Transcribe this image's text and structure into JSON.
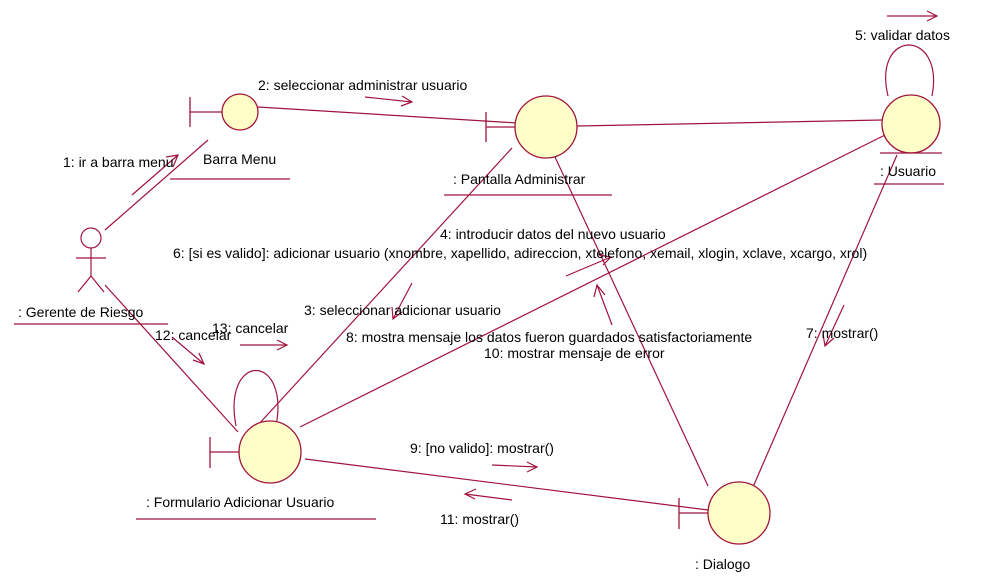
{
  "colors": {
    "line": "#a0143c",
    "object_fill": "#fffec8"
  },
  "objects": {
    "actor": ": Gerente de Riesgo",
    "barra_menu": "Barra Menu",
    "pantalla": ": Pantalla Administrar",
    "usuario": ": Usuario",
    "formulario": ": Formulario Adicionar Usuario",
    "dialogo": ": Dialogo"
  },
  "messages": {
    "m1": "1: ir a barra menu",
    "m2": "2: seleccionar administrar usuario",
    "m3": "3: seleccionar adicionar usuario",
    "m4": "4: introducir datos del nuevo usuario",
    "m5": "5: validar datos",
    "m6": "6: [si es valido]: adicionar usuario (xnombre, xapellido, adireccion, xtelefono, xemail, xlogin, xclave, xcargo, xrol)",
    "m7": "7: mostrar()",
    "m8": "8: mostra mensaje los datos fueron guardados satisfactoriamente",
    "m9": "9: [no valido]: mostrar()",
    "m10": "10: mostrar mensaje de error",
    "m11": "11: mostrar()",
    "m12": "12: cancelar",
    "m13": "13: cancelar"
  }
}
